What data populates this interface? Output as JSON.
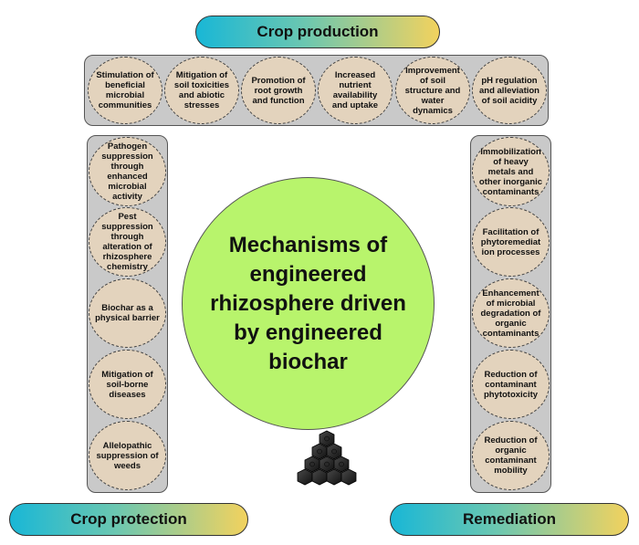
{
  "headers": {
    "top": "Crop production",
    "bottom_left": "Crop protection",
    "bottom_right": "Remediation"
  },
  "center_text": "Mechanisms of engineered rhizosphere driven by engineered biochar",
  "crop_production": [
    "Stimulation of beneficial microbial communities",
    "Mitigation of soil toxicities and abiotic stresses",
    "Promotion of root growth and function",
    "Increased nutrient availability and uptake",
    "Improvement of soil structure and water dynamics",
    "pH regulation and alleviation of soil acidity"
  ],
  "crop_protection": [
    "Pathogen suppression through enhanced microbial activity",
    "Pest suppression through alteration of rhizosphere chemistry",
    "Biochar as a physical barrier",
    "Mitigation of soil-borne diseases",
    "Allelopathic suppression of weeds"
  ],
  "remediation": [
    "Immobilization of heavy metals and other inorganic contaminants",
    "Facilitation of phytoremediat ion processes",
    "Enhancement of microbial degradation of organic contaminants",
    "Reduction of contaminant phytotoxicity",
    "Reduction of organic contaminant mobility"
  ],
  "icons": {
    "biochar": "biochar-hexagon-cluster-icon"
  }
}
